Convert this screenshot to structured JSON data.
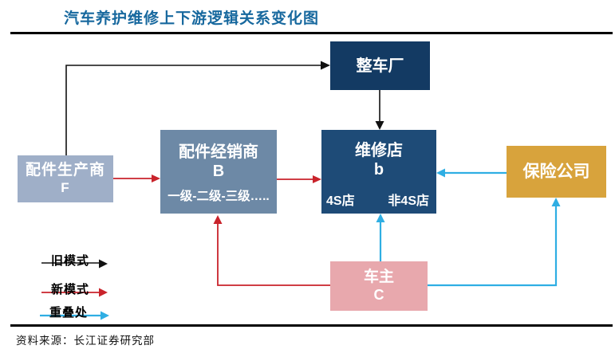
{
  "title": "汽车养护维修上下游逻辑关系变化图",
  "nodes": {
    "oem": {
      "label": "整车厂"
    },
    "producer": {
      "line1": "配件生产商",
      "line2": "F"
    },
    "dealer": {
      "line1": "配件经销商",
      "line2": "B",
      "line3": "一级-二级-三级….."
    },
    "repair": {
      "line1": "维修店",
      "line2": "b",
      "sub_left": "4S店",
      "sub_right": "非4S店"
    },
    "insurer": {
      "label": "保险公司"
    },
    "owner": {
      "line1": "车主",
      "line2": "C"
    }
  },
  "edges": [
    {
      "from": "配件生产商",
      "to": "整车厂",
      "mode": "旧模式"
    },
    {
      "from": "整车厂",
      "to": "维修店",
      "mode": "旧模式"
    },
    {
      "from": "配件生产商",
      "to": "配件经销商",
      "mode": "新模式"
    },
    {
      "from": "配件经销商",
      "to": "维修店",
      "mode": "新模式"
    },
    {
      "from": "车主",
      "to": "配件经销商",
      "mode": "新模式"
    },
    {
      "from": "保险公司",
      "to": "维修店",
      "mode": "重叠处"
    },
    {
      "from": "车主",
      "to": "维修店",
      "mode": "重叠处"
    },
    {
      "from": "车主",
      "to": "保险公司",
      "mode": "重叠处"
    }
  ],
  "legend": {
    "items": [
      {
        "label": "旧模式",
        "color": "#111111"
      },
      {
        "label": "新模式",
        "color": "#C9232B"
      },
      {
        "label": "重叠处",
        "color": "#2FAEE3"
      }
    ]
  },
  "source": {
    "text": "资料来源：长江证券研究部"
  },
  "colors": {
    "title": "#17689E",
    "ink": "#000000",
    "oem": "#133A63",
    "producer": "#9FAFC8",
    "dealer": "#6D89A6",
    "repair": "#1E4B77",
    "insurer": "#D8A33C",
    "owner": "#E8A8AD",
    "old": "#111111",
    "new": "#C9232B",
    "overlap": "#2FAEE3"
  }
}
